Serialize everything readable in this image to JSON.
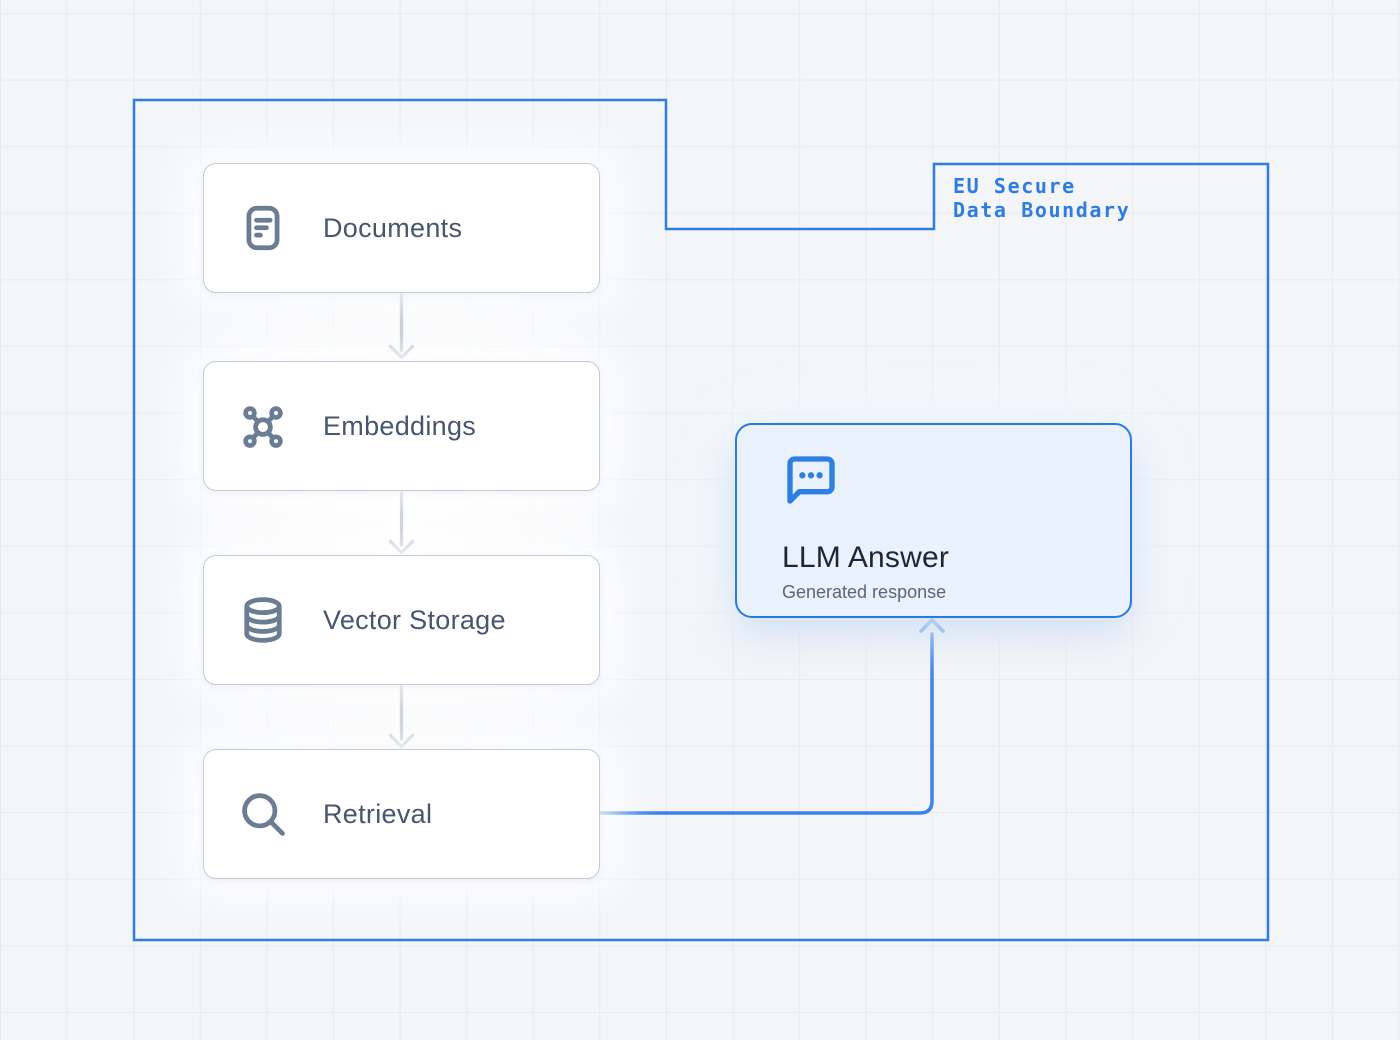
{
  "diagram": {
    "boundary": {
      "label": "EU Secure\nData Boundary"
    },
    "nodes": [
      {
        "label": "Documents",
        "icon": "document-icon"
      },
      {
        "label": "Embeddings",
        "icon": "network-nodes-icon"
      },
      {
        "label": "Vector Storage",
        "icon": "database-icon"
      },
      {
        "label": "Retrieval",
        "icon": "search-icon"
      },
      {
        "label": "LLM Answer",
        "sublabel": "Generated response",
        "icon": "chat-bubble-icon"
      }
    ],
    "edges": [
      {
        "from": "Documents",
        "to": "Embeddings"
      },
      {
        "from": "Embeddings",
        "to": "Vector Storage"
      },
      {
        "from": "Vector Storage",
        "to": "Retrieval"
      },
      {
        "from": "Retrieval",
        "to": "LLM Answer"
      }
    ],
    "colors": {
      "boundary_blue": "#2f7ce2",
      "connector_blue": "#3b82e9",
      "arrow_gray": "#a9b3c0",
      "node_icon_slate": "#6b7d93",
      "node_label": "#47566d",
      "card_border": "#c2cbd8",
      "llm_background": "#e9f1fd",
      "llm_border": "#2a79e3",
      "llm_title": "#1b2737",
      "llm_subtitle": "#5a6678"
    }
  }
}
